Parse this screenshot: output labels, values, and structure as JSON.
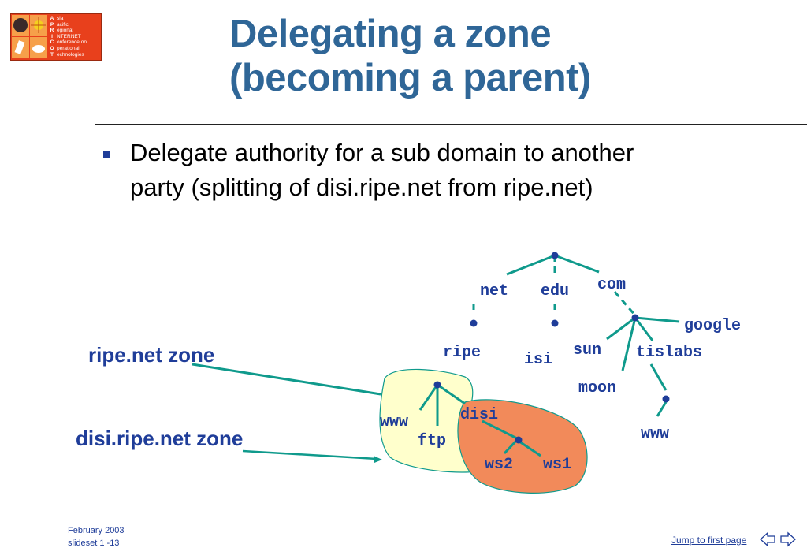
{
  "logo": {
    "letters": [
      "A",
      "P",
      "R",
      "I",
      "C",
      "O",
      "T"
    ],
    "lines": [
      "sia",
      "acific",
      "egional",
      "NTERNET",
      "onference on",
      "perational",
      "echnologies"
    ]
  },
  "title": {
    "line1": "Delegating a zone",
    "line2": "(becoming a parent)"
  },
  "bullet": {
    "line1": "Delegate authority for a sub domain to another",
    "line2": "party (splitting of disi.ripe.net from ripe.net)"
  },
  "tree": {
    "nodes": {
      "net": "net",
      "edu": "edu",
      "com": "com",
      "ripe": "ripe",
      "isi": "isi",
      "sun": "sun",
      "tislabs": "tislabs",
      "google": "google",
      "moon": "moon",
      "www_com": "www",
      "www_ripe": "www",
      "ftp": "ftp",
      "disi": "disi",
      "ws2": "ws2",
      "ws1": "ws1"
    },
    "zones": {
      "ripe": "ripe.net zone",
      "disi": "disi.ripe.net zone"
    },
    "colors": {
      "edge": "#0f9a8c",
      "node": "#1f3d99",
      "ripe_zone_fill": "#ffffcc",
      "disi_zone_fill": "#f28a5a"
    }
  },
  "footer": {
    "date": "February 2003",
    "slide": "slideset 1 -13",
    "jump": "Jump to first page",
    "prev_icon": "arrow-left-icon",
    "next_icon": "arrow-right-icon"
  }
}
